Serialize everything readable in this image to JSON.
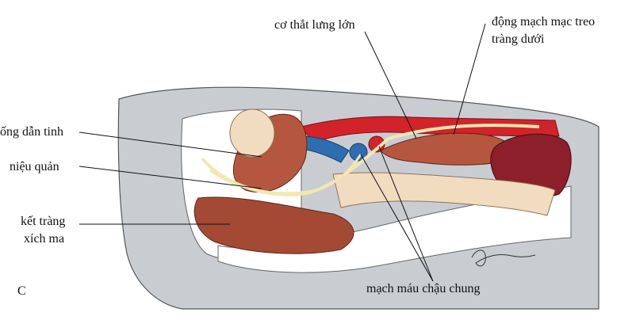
{
  "figure": {
    "panel_letter": "C",
    "labels": {
      "psoas_major": "cơ thắt lưng lớn",
      "inferior_mesenteric_artery_line1": "động mạch mạc treo",
      "inferior_mesenteric_artery_line2": "tràng dưới",
      "vas_deferens": "ống dẫn tinh",
      "ureter": "niệu quản",
      "sigmoid_colon_line1": "kết tràng",
      "sigmoid_colon_line2": "xích ma",
      "common_iliac_vessels": "mạch máu chậu chung"
    },
    "colors": {
      "body_outline": "#c8ccd1",
      "artery": "#d2232a",
      "vein": "#2f6db3",
      "muscle": "#b5573e",
      "kidney": "#8c1f2a",
      "bone": "#f1dcc0",
      "nerve": "#f3e7b0"
    }
  }
}
